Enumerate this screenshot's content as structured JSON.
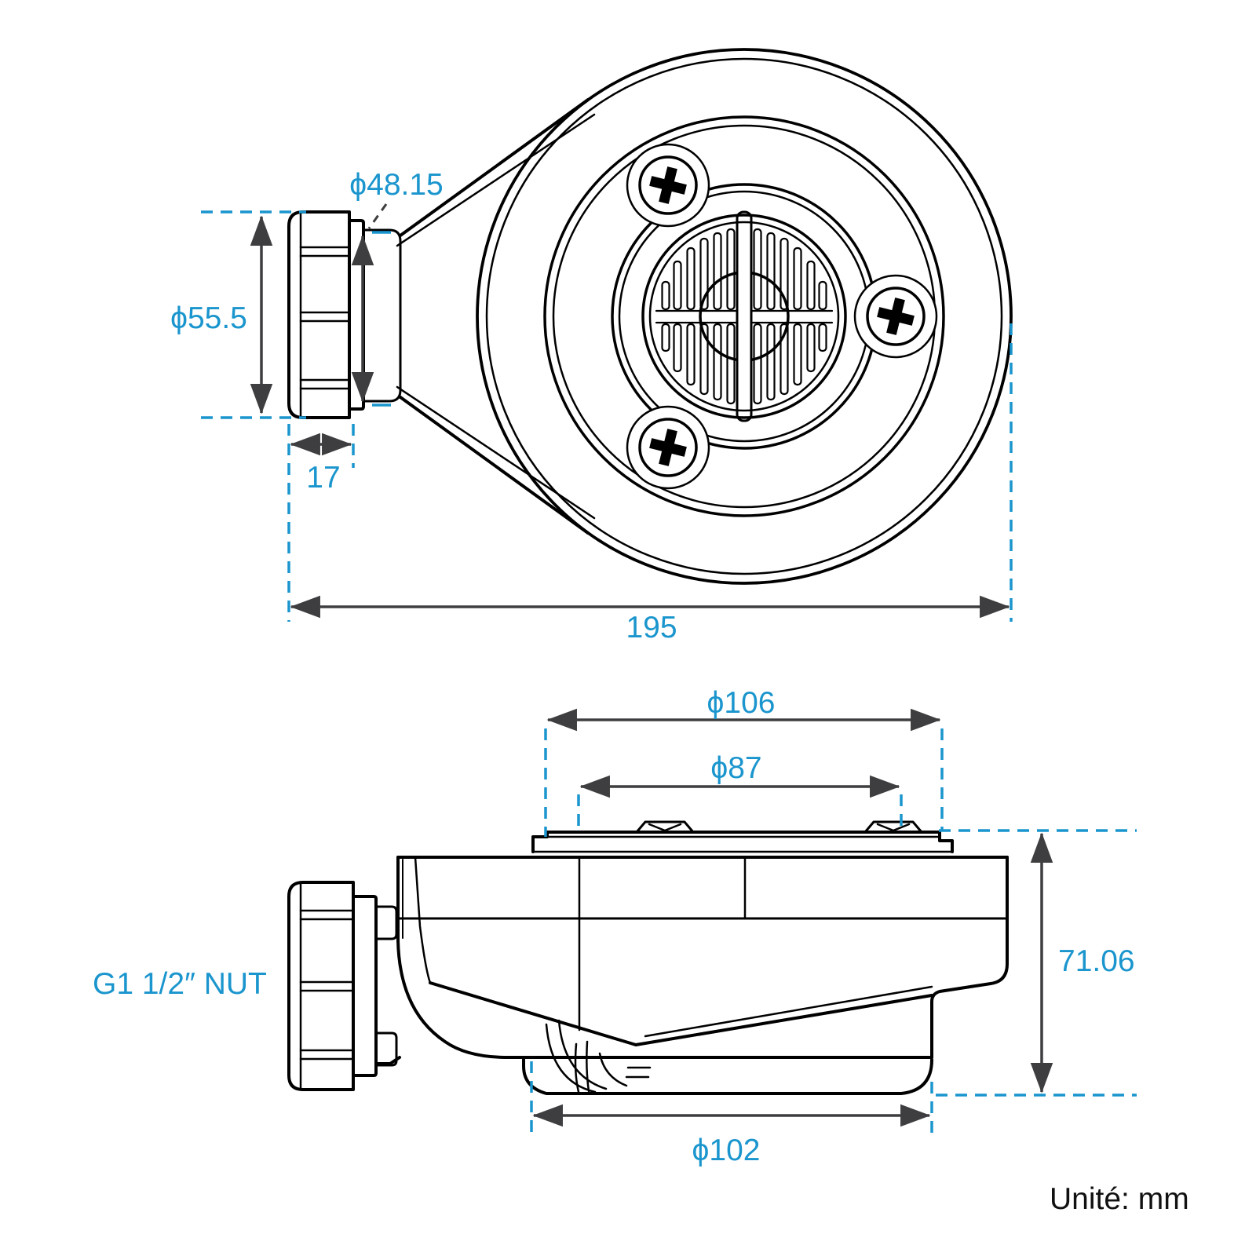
{
  "drawing": {
    "type": "technical-drawing",
    "subject": "shower drain trap with G1 1/2 nut, plan view and side elevation",
    "unit_label": "Unité: mm",
    "nut_label": "G1 1/2″ NUT",
    "colors": {
      "dimension_blue": "#1a95cd",
      "arrow_gray": "#3e3e40",
      "line_black": "#000000",
      "background": "#ffffff"
    },
    "top_view": {
      "dims": {
        "phi48": "ϕ48.15",
        "phi555": "ϕ55.5",
        "d17": "17",
        "d195": "195"
      }
    },
    "side_view": {
      "dims": {
        "phi106": "ϕ106",
        "phi87": "ϕ87",
        "d7106": "71.06",
        "phi102": "ϕ102"
      }
    }
  }
}
